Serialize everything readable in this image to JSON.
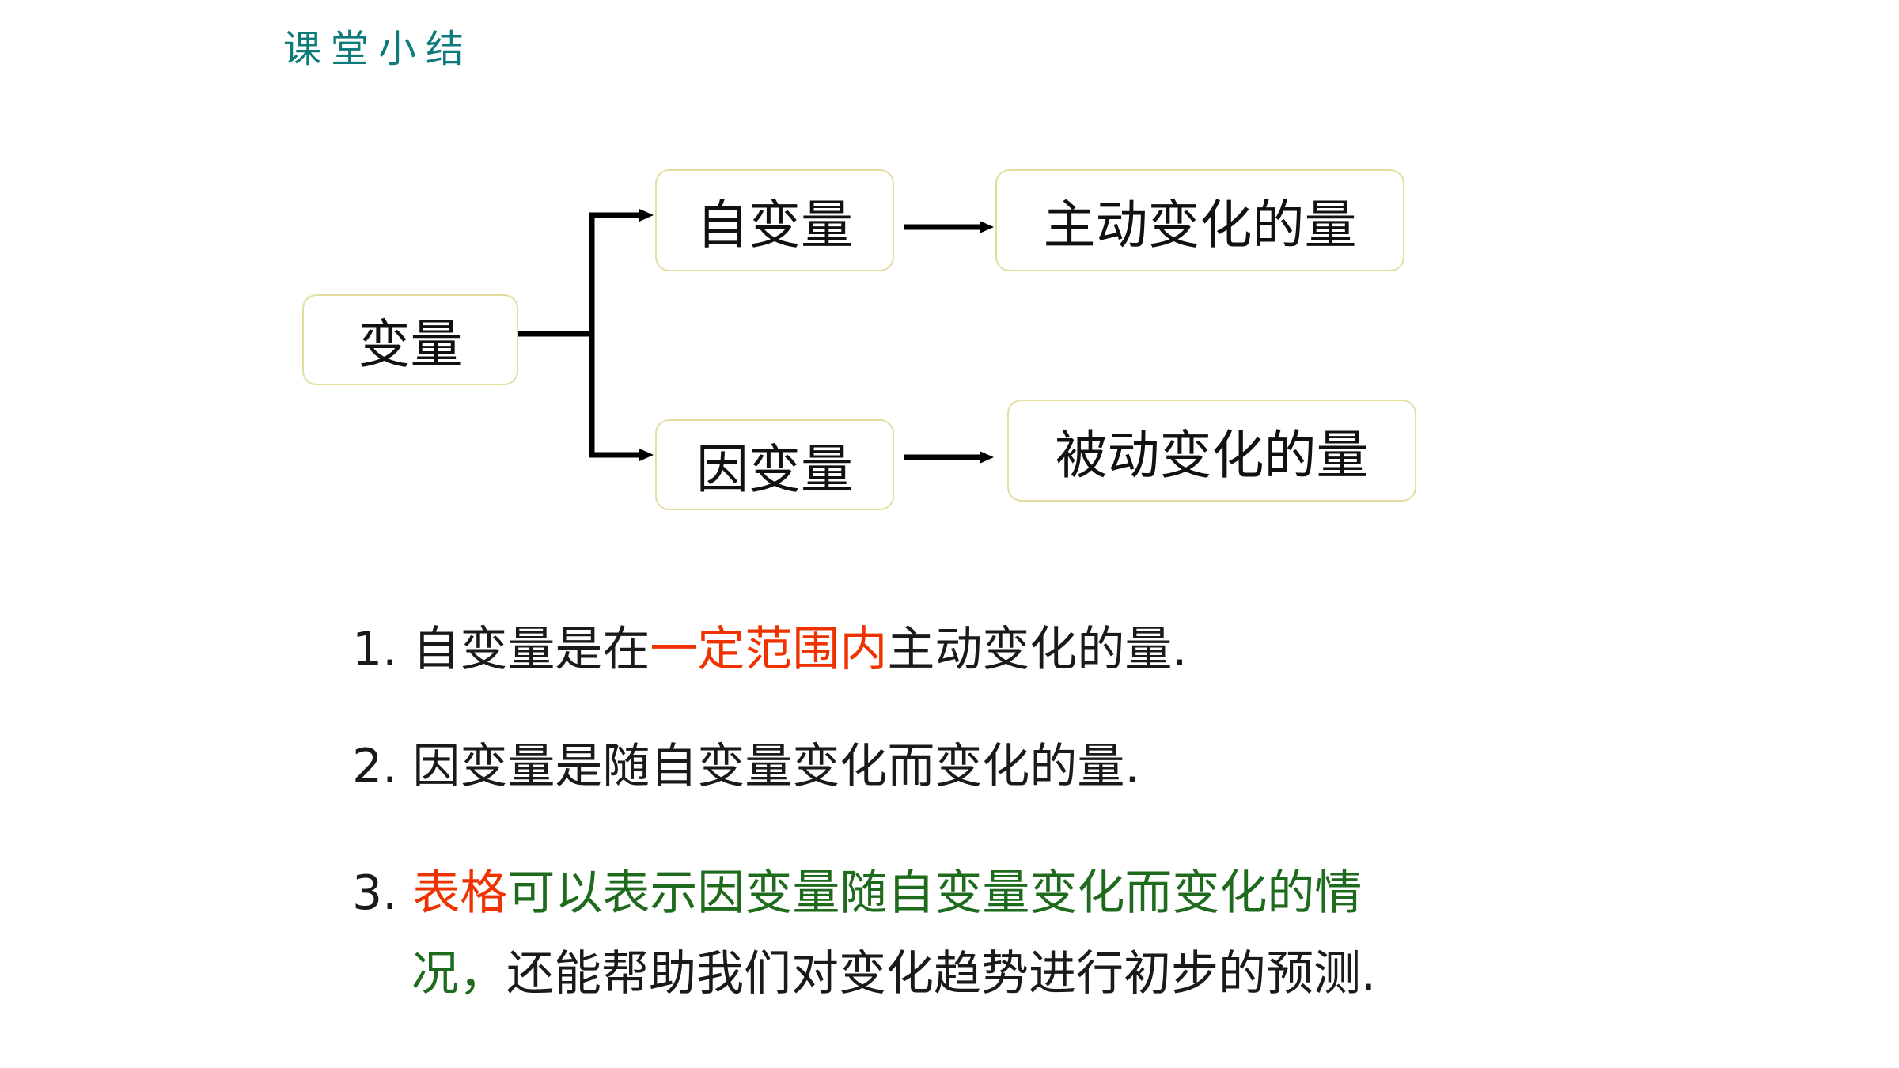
{
  "header": {
    "title": "课堂小结"
  },
  "diagram": {
    "root": "变量",
    "independent": "自变量",
    "independent_desc": "主动变化的量",
    "dependent": "因变量",
    "dependent_desc": "被动变化的量"
  },
  "summary": {
    "item1": {
      "num": "1.",
      "a": "自变量是在",
      "highlight": "一定范围内",
      "b": "主动变化的量."
    },
    "item2": {
      "num": "2.",
      "text": "因变量是随自变量变化而变化的量."
    },
    "item3": {
      "num": "3.",
      "highlight": "表格",
      "line1": "可以表示因变量随自变量变化而变化的情",
      "line2a": "况，",
      "line2b": "还能帮助我们对变化趋势进行初步的预测."
    }
  },
  "colors": {
    "header": "#0f7a7a",
    "box_border": "#e3dd9e",
    "highlight_red": "#ee3300",
    "text_green": "#1e6b1e"
  }
}
